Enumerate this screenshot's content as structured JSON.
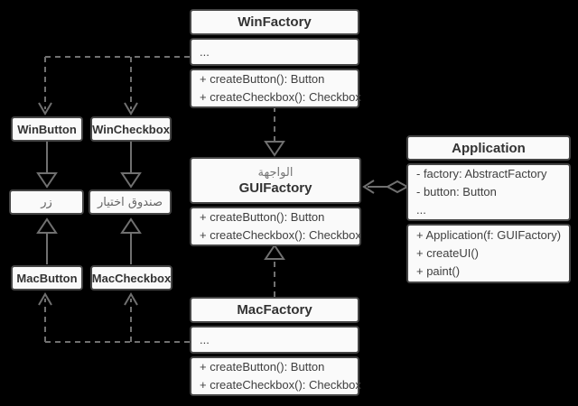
{
  "diagram": {
    "pattern": "Abstract Factory UML",
    "colors": {
      "background": "#000000",
      "box_fill": "#fafafa",
      "box_border": "#454545",
      "line": "#707070",
      "title_text": "#333333",
      "member_text": "#3f3f3f",
      "muted_text": "#757575"
    }
  },
  "classes": {
    "win_factory": {
      "title": "WinFactory",
      "fields": [
        "..."
      ],
      "methods": [
        "+ createButton(): Button",
        "+ createCheckbox(): Checkbox"
      ]
    },
    "gui_factory": {
      "subtitle": "الواجهة",
      "title": "GUIFactory",
      "methods": [
        "+ createButton(): Button",
        "+ createCheckbox(): Checkbox"
      ]
    },
    "mac_factory": {
      "title": "MacFactory",
      "fields": [
        "..."
      ],
      "methods": [
        "+ createButton(): Button",
        "+ createCheckbox(): Checkbox"
      ]
    },
    "application": {
      "title": "Application",
      "fields": [
        "- factory: AbstractFactory",
        "- button: Button",
        "..."
      ],
      "methods": [
        "+ Application(f: GUIFactory)",
        "+ createUI()",
        "+ paint()"
      ]
    },
    "win_button": {
      "title": "WinButton"
    },
    "win_checkbox": {
      "title": "WinCheckbox"
    },
    "button_interface": {
      "title": "زر"
    },
    "checkbox_interface": {
      "title": "صندوق اختيار"
    },
    "mac_button": {
      "title": "MacButton"
    },
    "mac_checkbox": {
      "title": "MacCheckbox"
    }
  },
  "relationships": [
    {
      "from": "WinFactory",
      "to": "GUIFactory",
      "type": "realization"
    },
    {
      "from": "MacFactory",
      "to": "GUIFactory",
      "type": "realization"
    },
    {
      "from": "Application",
      "to": "GUIFactory",
      "type": "aggregation"
    },
    {
      "from": "WinFactory",
      "to": "WinButton",
      "type": "dependency"
    },
    {
      "from": "WinFactory",
      "to": "WinCheckbox",
      "type": "dependency"
    },
    {
      "from": "MacFactory",
      "to": "MacButton",
      "type": "dependency"
    },
    {
      "from": "MacFactory",
      "to": "MacCheckbox",
      "type": "dependency"
    },
    {
      "from": "WinButton",
      "to": "زر",
      "type": "inheritance"
    },
    {
      "from": "WinCheckbox",
      "to": "صندوق اختيار",
      "type": "inheritance"
    },
    {
      "from": "MacButton",
      "to": "زر",
      "type": "inheritance"
    },
    {
      "from": "MacCheckbox",
      "to": "صندوق اختيار",
      "type": "inheritance"
    }
  ]
}
